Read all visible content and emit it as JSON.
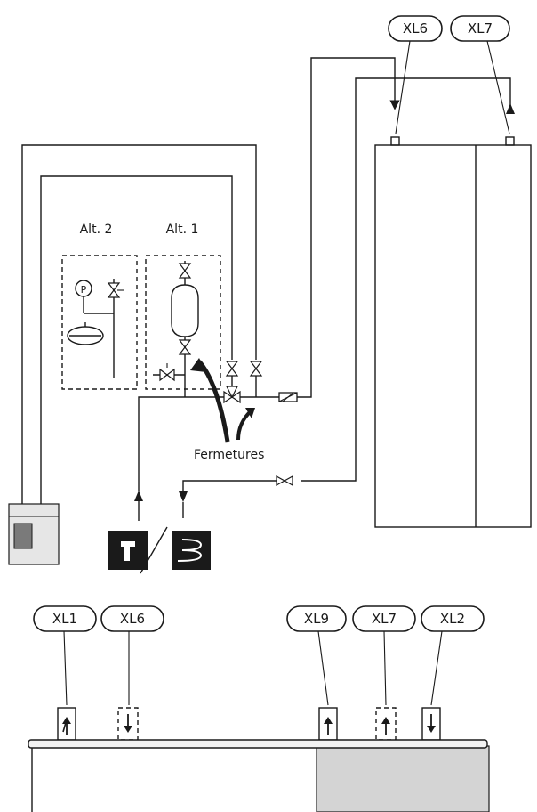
{
  "labels": {
    "xl6_top": "XL6",
    "xl7_top": "XL7",
    "alt2": "Alt. 2",
    "alt1": "Alt. 1",
    "pressure_gauge": "P",
    "closures": "Fermetures",
    "xl1": "XL1",
    "xl6_bottom": "XL6",
    "xl9": "XL9",
    "xl7_bottom": "XL7",
    "xl2": "XL2"
  },
  "icons": {
    "tap": "shower-tap-icon",
    "coil": "water-heater-coil-icon"
  },
  "colors": {
    "line": "#1a1a1a",
    "tank_fill": "#e6e6e6",
    "tank_dark": "#7a7a7a",
    "unit_gray": "#d4d4d4",
    "icon_bg": "#1a1a1a"
  }
}
